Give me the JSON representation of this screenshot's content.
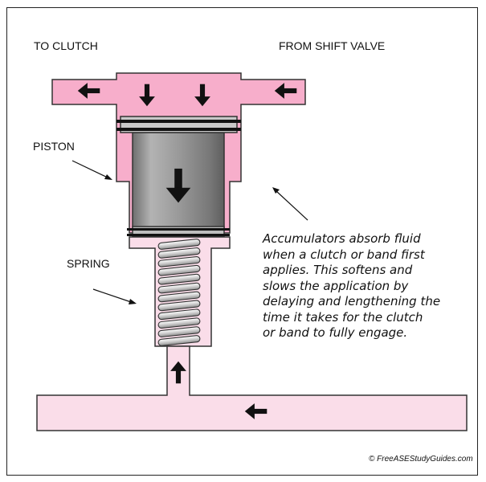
{
  "labels": {
    "to_clutch": "TO CLUTCH",
    "from_shift_valve": "FROM SHIFT VALVE",
    "piston": "PISTON",
    "spring": "SPRING"
  },
  "description": {
    "lines": [
      "Accumulators absorb fluid",
      "when a clutch or band first",
      "applies. This softens and",
      "slows the application by",
      "delaying and lengthening the",
      "time it takes for the clutch",
      "or band to fully engage."
    ]
  },
  "copyright": "© FreeASEStudyGuides.com",
  "colors": {
    "housing_fill": "#f7aecb",
    "bore_fill": "#fadde9",
    "outline": "#333333",
    "piston_gray": "#8a8a8a",
    "arrow": "#111111"
  }
}
